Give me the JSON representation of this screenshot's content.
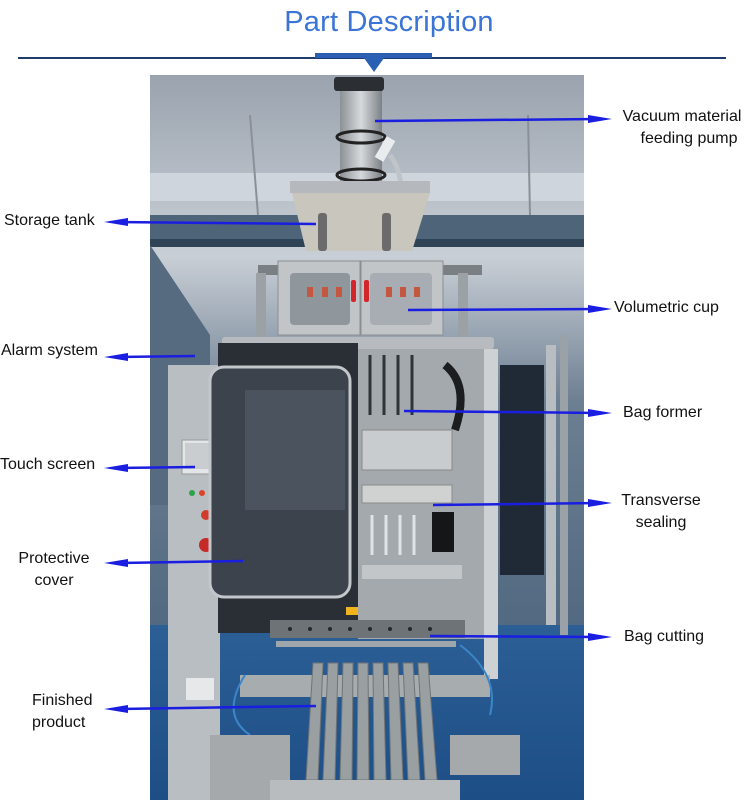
{
  "header": {
    "title": "Part Description"
  },
  "colors": {
    "title": "#3a74d6",
    "rule": "#203c6c",
    "accent": "#2b5fb3",
    "arrow": "#1a1ee0",
    "label_text": "#111111"
  },
  "photo": {
    "subject": "machine-photo"
  },
  "labels": {
    "vacuum_pump": {
      "line1": "Vacuum material",
      "line2": "feeding pump"
    },
    "storage_tank": {
      "text": "Storage tank"
    },
    "volumetric_cup": {
      "text": "Volumetric cup"
    },
    "alarm_system": {
      "text": "Alarm system"
    },
    "bag_former": {
      "text": "Bag former"
    },
    "touch_screen": {
      "text": "Touch screen"
    },
    "transverse_sealing": {
      "line1": "Transverse",
      "line2": "sealing"
    },
    "protective_cover": {
      "line1": "Protective",
      "line2": "cover"
    },
    "bag_cutting": {
      "text": "Bag cutting"
    },
    "finished_product": {
      "line1": "Finished",
      "line2": "product"
    }
  }
}
